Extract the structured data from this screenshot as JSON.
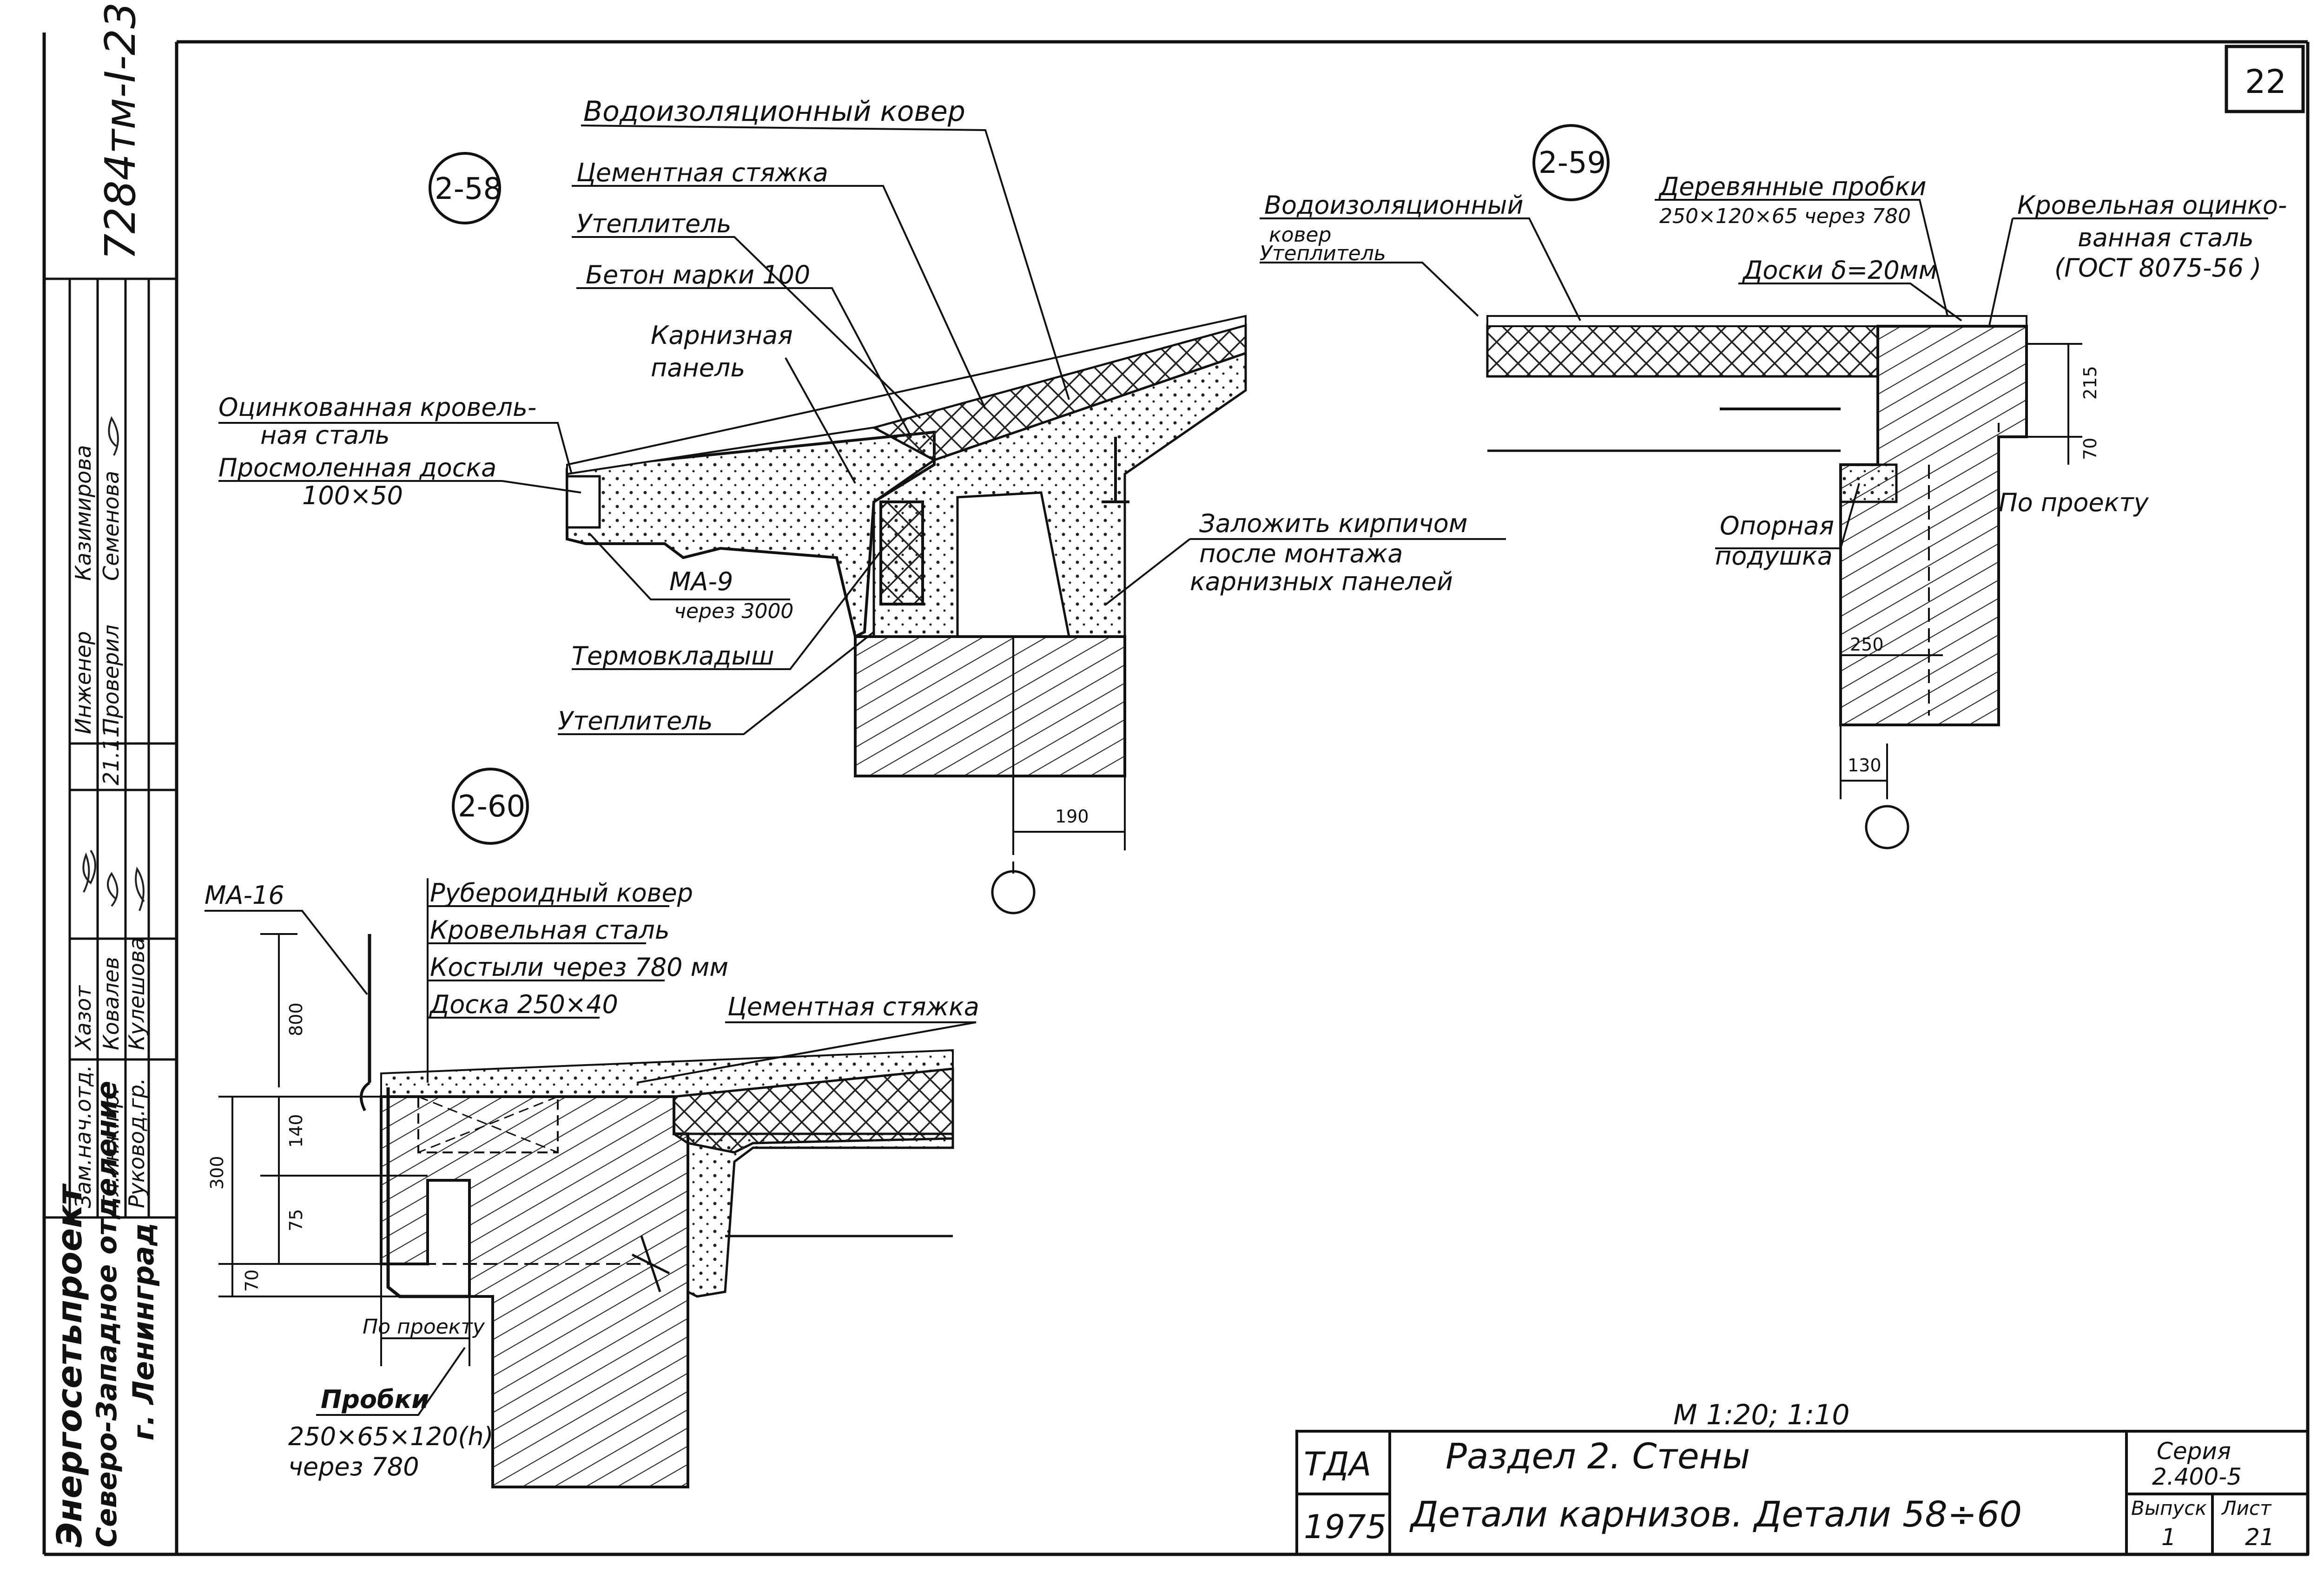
{
  "sheet": {
    "archive_number": "7284тм-I-23",
    "sheet_number": "22"
  },
  "details": {
    "d58": {
      "callout": "2-58",
      "labels": {
        "waterproof": "Водоизоляционный ковер",
        "screed": "Цементная стяжка",
        "insulation_top": "Утеплитель",
        "concrete": "Бетон марки 100",
        "panel_1": "Карнизная",
        "panel_2": "панель",
        "steel_1": "Оцинкованная кровель-",
        "steel_2": "ная сталь",
        "board_1": "Просмоленная доска",
        "board_2": "100×50",
        "anchor_1": "МА-9",
        "anchor_2": "через 3000",
        "thermo": "Термовкладыш",
        "insulation_bottom": "Утеплитель",
        "brick_1": "Заложить кирпичом",
        "brick_2": "после монтажа",
        "brick_3": "карнизных панелей",
        "dim_190": "190"
      }
    },
    "d59": {
      "callout": "2-59",
      "labels": {
        "waterproof_1": "Водоизоляционный",
        "waterproof_2": "ковер",
        "insulation": "Утеплитель",
        "plugs_1": "Деревянные пробки",
        "plugs_2": "250×120×65 через 780",
        "boards": "Доски δ=20мм",
        "steel_1": "Кровельная оцинко-",
        "steel_2": "ванная сталь",
        "steel_3": "(ГОСТ 8075-56 )",
        "pad_1": "Опорная",
        "pad_2": "подушка",
        "per_project": "По проекту",
        "dim_215": "215",
        "dim_70": "70",
        "dim_250": "250",
        "dim_130": "130"
      }
    },
    "d60": {
      "callout": "2-60",
      "labels": {
        "anchor": "МА-16",
        "ruberoid": "Рубероидный ковер",
        "roof_steel": "Кровельная сталь",
        "crutches": "Костыли через 780 мм",
        "board": "Доска 250×40",
        "screed": "Цементная стяжка",
        "per_project": "По проекту",
        "plugs_1": "Пробки",
        "plugs_2": "250×65×120(h)",
        "plugs_3": "через 780",
        "dim_800": "800",
        "dim_140": "140",
        "dim_300": "300",
        "dim_75": "75",
        "dim_70": "70"
      }
    }
  },
  "left_stamp": {
    "org_1": "Энергосетьпроект",
    "org_2": "Северо-Западное отделение",
    "org_3": "г. Ленинград",
    "roles": [
      "Зам.нач.отд.",
      "Гл.инж.пр.",
      "Руковод.гр.",
      "Инженер",
      "Проверил"
    ],
    "names": [
      "Хазот",
      "Ковалев",
      "Кулешова",
      "Казимирова",
      "Семенова"
    ],
    "date": "21.11"
  },
  "title_block": {
    "org": "ТДА",
    "year": "1975",
    "section": "Раздел 2. Стены",
    "title": "Детали карнизов. Детали 58÷60",
    "scale": "М 1:20; 1:10",
    "series_label": "Серия",
    "series_value": "2.400-5",
    "issue_label": "Выпуск",
    "issue_value": "1",
    "sheet_label": "Лист",
    "sheet_value": "21"
  }
}
